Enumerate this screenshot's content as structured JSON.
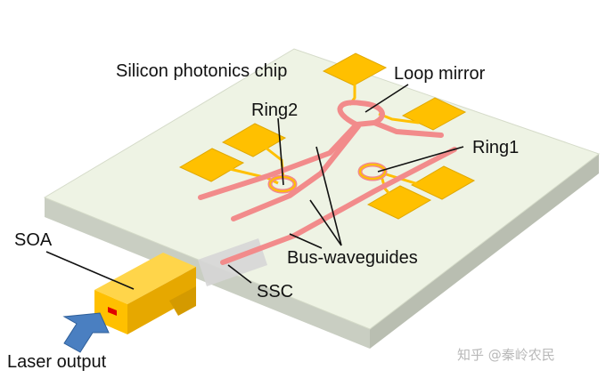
{
  "diagram": {
    "labels": {
      "chip": "Silicon photonics chip",
      "loop_mirror": "Loop mirror",
      "ring2": "Ring2",
      "ring1": "Ring1",
      "soa": "SOA",
      "bus_waveguides": "Bus-waveguides",
      "ssc": "SSC",
      "laser_output": "Laser output"
    },
    "watermark": "知乎 @秦岭农民"
  },
  "colors": {
    "chip_top": "#eef3e4",
    "chip_side": "#c9cec2",
    "pad_gold": "#ffc000",
    "pad_stroke": "#e0a800",
    "waveguide": "#f28b8b",
    "ring_gold": "#ffc000",
    "soa_front": "#ffc000",
    "soa_top": "#ffd54a",
    "soa_side": "#e6a800",
    "laser_window": "#e00000",
    "arrow_blue": "#4a7fc1",
    "ssc_gray": "#d6d6d6"
  }
}
